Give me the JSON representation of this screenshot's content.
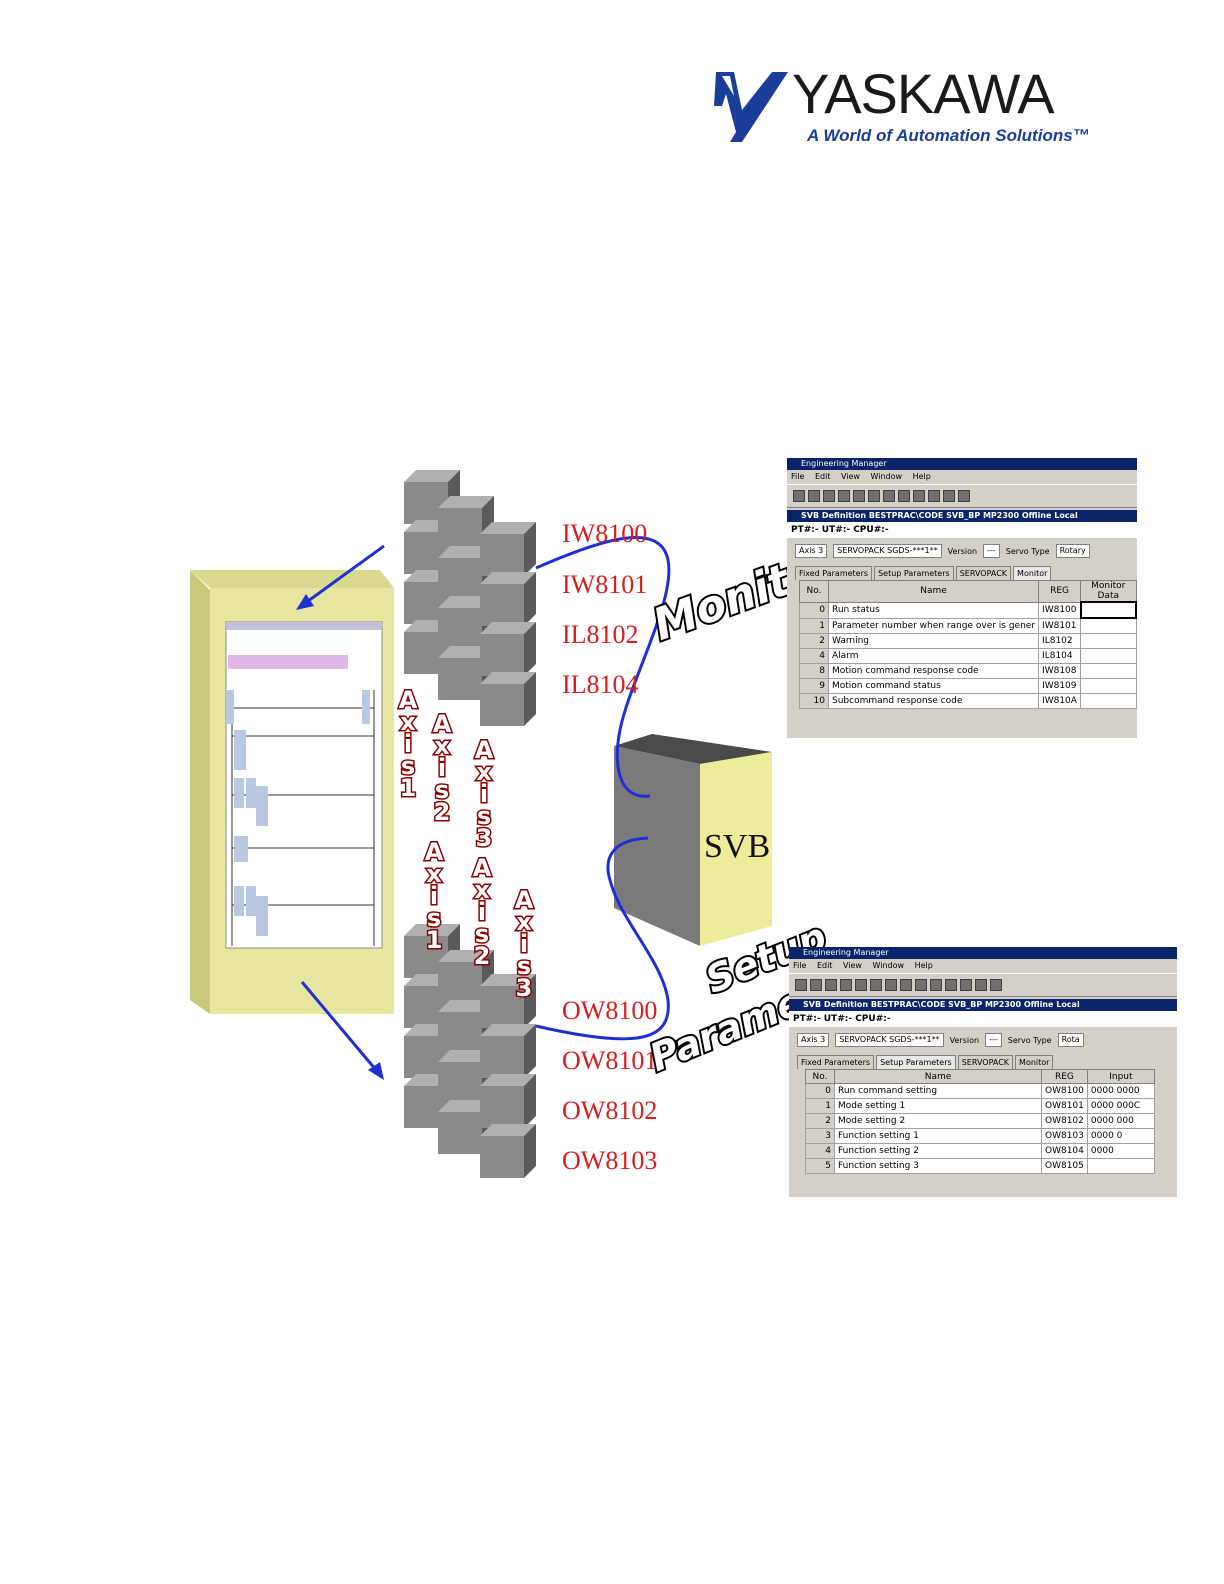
{
  "logo": {
    "word": "YASKAWA",
    "tagline": "A World of Automation Solutions™",
    "brand_color": "#1a3d99"
  },
  "input_registers": [
    "IW8100",
    "IW8101",
    "IL8102",
    "IL8104"
  ],
  "output_registers": [
    "OW8100",
    "OW8101",
    "OW8102",
    "OW8103"
  ],
  "axis_labels_top": [
    "Axis1",
    "Axis2",
    "Axis3"
  ],
  "axis_labels_bottom": [
    "Axis1",
    "Axis2",
    "Axis3"
  ],
  "svb_label": "SVB",
  "monitor_label": "Monitor",
  "setup_label_1": "Setup",
  "setup_label_2": "Parameters",
  "monitor_window": {
    "title": "Engineering Manager",
    "menu": [
      "File",
      "Edit",
      "View",
      "Window",
      "Help"
    ],
    "subtitle": "SVB Definition   BESTPRAC\\CODE  SVB_BP  MP2300   Offline  Local",
    "pt_line": "PT#:- UT#:- CPU#:-",
    "axis_select": "Axis 3",
    "servopack": "SERVOPACK  SGDS-***1**",
    "version_label": "Version",
    "version_value": "---",
    "servo_type_label": "Servo Type",
    "servo_type_value": "Rotary",
    "tabs": [
      "Fixed Parameters",
      "Setup Parameters",
      "SERVOPACK",
      "Monitor"
    ],
    "headers": [
      "No.",
      "Name",
      "REG",
      "Monitor Data"
    ],
    "rows": [
      {
        "no": "0",
        "name": "Run status",
        "reg": "IW8100"
      },
      {
        "no": "1",
        "name": "Parameter number when range over is gener",
        "reg": "IW8101"
      },
      {
        "no": "2",
        "name": "Warning",
        "reg": "IL8102"
      },
      {
        "no": "4",
        "name": "Alarm",
        "reg": "IL8104"
      },
      {
        "no": "8",
        "name": "Motion command response code",
        "reg": "IW8108"
      },
      {
        "no": "9",
        "name": "Motion command status",
        "reg": "IW8109"
      },
      {
        "no": "10",
        "name": "Subcommand response code",
        "reg": "IW810A"
      }
    ]
  },
  "setup_window": {
    "title": "Engineering Manager",
    "menu": [
      "File",
      "Edit",
      "View",
      "Window",
      "Help"
    ],
    "subtitle": "SVB Definition   BESTPRAC\\CODE  SVB_BP  MP2300   Offline  Local",
    "pt_line": "PT#:- UT#:- CPU#:-",
    "axis_select": "Axis 3",
    "servopack": "SERVOPACK  SGDS-***1**",
    "version_label": "Version",
    "version_value": "---",
    "servo_type_label": "Servo Type",
    "servo_type_value": "Rota",
    "tabs": [
      "Fixed Parameters",
      "Setup Parameters",
      "SERVOPACK",
      "Monitor"
    ],
    "headers": [
      "No.",
      "Name",
      "REG",
      "Input"
    ],
    "rows": [
      {
        "no": "0",
        "name": "Run command setting",
        "reg": "OW8100",
        "input": "0000 0000"
      },
      {
        "no": "1",
        "name": "Mode setting 1",
        "reg": "OW8101",
        "input": "0000 000C"
      },
      {
        "no": "2",
        "name": "Mode setting 2",
        "reg": "OW8102",
        "input": "0000 000"
      },
      {
        "no": "3",
        "name": "Function setting 1",
        "reg": "OW8103",
        "input": "0000 0"
      },
      {
        "no": "4",
        "name": "Function setting 2",
        "reg": "OW8104",
        "input": "0000"
      },
      {
        "no": "5",
        "name": "Function setting 3",
        "reg": "OW8105",
        "input": ""
      }
    ]
  },
  "colors": {
    "register_text": "#d61e1e",
    "connector": "#1f2fd6",
    "cabinet": "#e6e6a0",
    "cube": "#8a8a8a"
  }
}
